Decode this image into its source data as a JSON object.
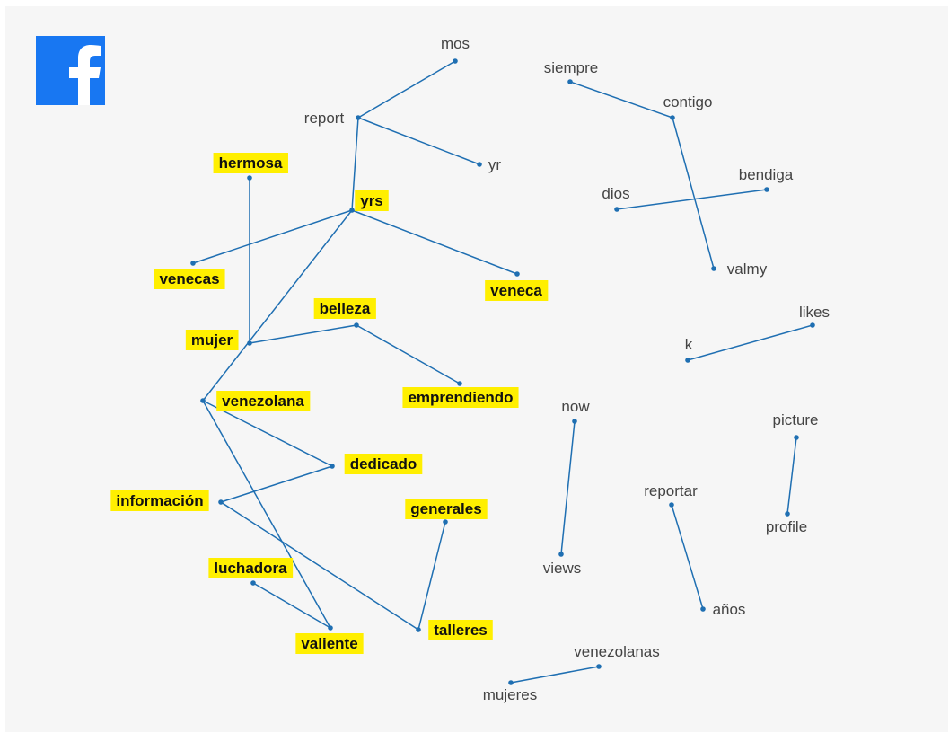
{
  "logo": {
    "icon": "facebook-icon",
    "color": "#1877f2"
  },
  "colors": {
    "edge": "#1f6fb2",
    "highlight": "#ffef00",
    "background": "#f6f6f6"
  },
  "nodes": [
    {
      "id": "mos",
      "label": "mos",
      "highlight": false
    },
    {
      "id": "report",
      "label": "report",
      "highlight": false
    },
    {
      "id": "yr",
      "label": "yr",
      "highlight": false
    },
    {
      "id": "yrs",
      "label": "yrs",
      "highlight": true
    },
    {
      "id": "hermosa",
      "label": "hermosa",
      "highlight": true
    },
    {
      "id": "venecas",
      "label": "venecas",
      "highlight": true
    },
    {
      "id": "veneca",
      "label": "veneca",
      "highlight": true
    },
    {
      "id": "mujer",
      "label": "mujer",
      "highlight": true
    },
    {
      "id": "belleza",
      "label": "belleza",
      "highlight": true
    },
    {
      "id": "emprendiendo",
      "label": "emprendiendo",
      "highlight": true
    },
    {
      "id": "venezolana",
      "label": "venezolana",
      "highlight": true
    },
    {
      "id": "dedicado",
      "label": "dedicado",
      "highlight": true
    },
    {
      "id": "informacion",
      "label": "información",
      "highlight": true
    },
    {
      "id": "generales",
      "label": "generales",
      "highlight": true
    },
    {
      "id": "luchadora",
      "label": "luchadora",
      "highlight": true
    },
    {
      "id": "valiente",
      "label": "valiente",
      "highlight": true
    },
    {
      "id": "talleres",
      "label": "talleres",
      "highlight": true
    },
    {
      "id": "siempre",
      "label": "siempre",
      "highlight": false
    },
    {
      "id": "contigo",
      "label": "contigo",
      "highlight": false
    },
    {
      "id": "bendiga",
      "label": "bendiga",
      "highlight": false
    },
    {
      "id": "dios",
      "label": "dios",
      "highlight": false
    },
    {
      "id": "valmy",
      "label": "valmy",
      "highlight": false
    },
    {
      "id": "likes",
      "label": "likes",
      "highlight": false
    },
    {
      "id": "k",
      "label": "k",
      "highlight": false
    },
    {
      "id": "now",
      "label": "now",
      "highlight": false
    },
    {
      "id": "views",
      "label": "views",
      "highlight": false
    },
    {
      "id": "picture",
      "label": "picture",
      "highlight": false
    },
    {
      "id": "profile",
      "label": "profile",
      "highlight": false
    },
    {
      "id": "reportar",
      "label": "reportar",
      "highlight": false
    },
    {
      "id": "anos",
      "label": "años",
      "highlight": false
    },
    {
      "id": "venezolanas",
      "label": "venezolanas",
      "highlight": false
    },
    {
      "id": "mujeres",
      "label": "mujeres",
      "highlight": false
    }
  ],
  "edges": [
    [
      "report",
      "mos"
    ],
    [
      "report",
      "yr"
    ],
    [
      "report",
      "yrs"
    ],
    [
      "yrs",
      "venecas"
    ],
    [
      "yrs",
      "veneca"
    ],
    [
      "yrs",
      "venezolana"
    ],
    [
      "hermosa",
      "mujer"
    ],
    [
      "mujer",
      "belleza"
    ],
    [
      "belleza",
      "emprendiendo"
    ],
    [
      "venezolana",
      "dedicado"
    ],
    [
      "venezolana",
      "valiente"
    ],
    [
      "dedicado",
      "informacion"
    ],
    [
      "informacion",
      "talleres"
    ],
    [
      "generales",
      "talleres"
    ],
    [
      "luchadora",
      "valiente"
    ],
    [
      "siempre",
      "contigo"
    ],
    [
      "contigo",
      "valmy"
    ],
    [
      "dios",
      "bendiga"
    ],
    [
      "k",
      "likes"
    ],
    [
      "now",
      "views"
    ],
    [
      "picture",
      "profile"
    ],
    [
      "reportar",
      "anos"
    ],
    [
      "mujeres",
      "venezolanas"
    ]
  ]
}
